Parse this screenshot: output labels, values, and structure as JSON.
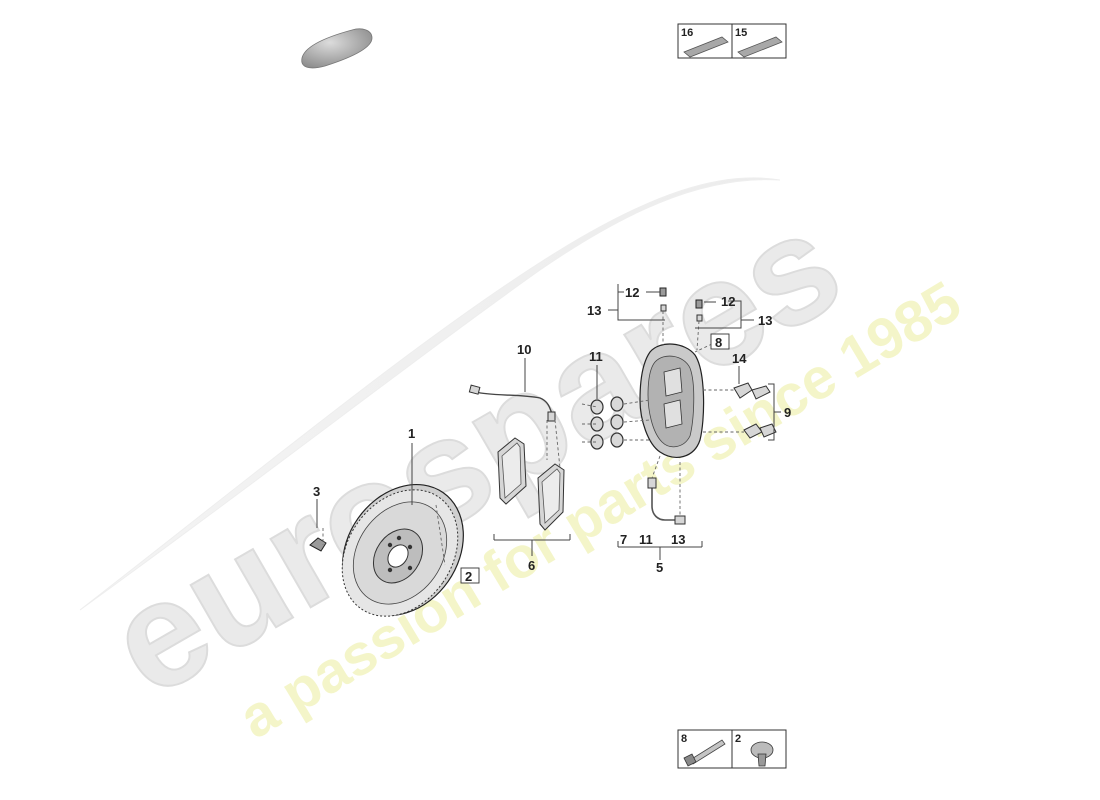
{
  "watermark": {
    "brand": "eurospares",
    "tagline": "a passion for parts since 1985",
    "brand_color": "#e8e8e8",
    "tagline_color": "#f1f3b0"
  },
  "callouts": {
    "c1": "1",
    "c2": "2",
    "c3": "3",
    "c5": "5",
    "c6": "6",
    "c7": "7",
    "c8": "8",
    "c9": "9",
    "c10": "10",
    "c11a": "11",
    "c11b": "11",
    "c12a": "12",
    "c12b": "12",
    "c13a": "13",
    "c13b": "13",
    "c13c": "13",
    "c14": "14"
  },
  "legend_top": [
    {
      "num": "16",
      "icon": "tube-icon"
    },
    {
      "num": "15",
      "icon": "tube-icon"
    }
  ],
  "legend_bottom": [
    {
      "num": "8",
      "icon": "bolt-icon"
    },
    {
      "num": "2",
      "icon": "screw-icon"
    }
  ]
}
